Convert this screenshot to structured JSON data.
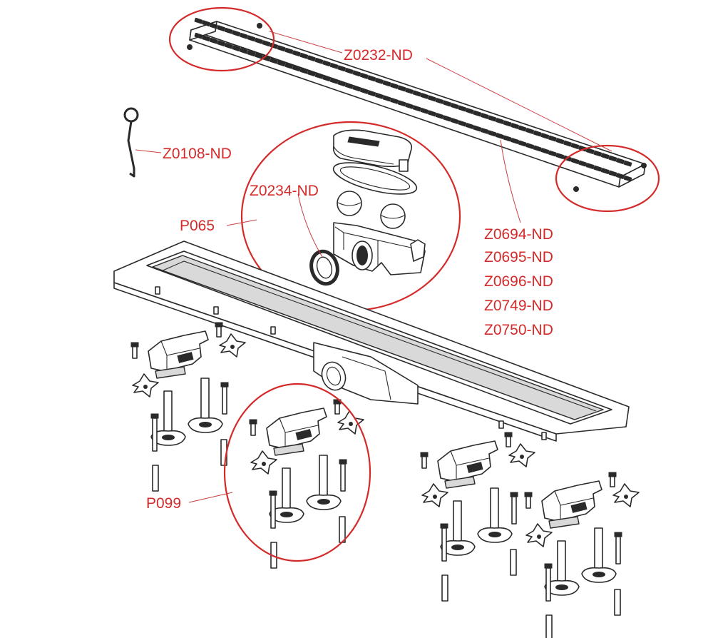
{
  "labels": {
    "grate": "Z0232-ND",
    "pin": "Z0108-ND",
    "seal": "Z0234-ND",
    "siphon": "P065",
    "variant_1": "Z0694-ND",
    "variant_2": "Z0695-ND",
    "variant_3": "Z0696-ND",
    "variant_4": "Z0749-ND",
    "variant_5": "Z0750-ND",
    "feet": "P099"
  },
  "colors": {
    "callout": "#d42a2a",
    "line_art": "#2a2a2a",
    "background": "#ffffff"
  }
}
